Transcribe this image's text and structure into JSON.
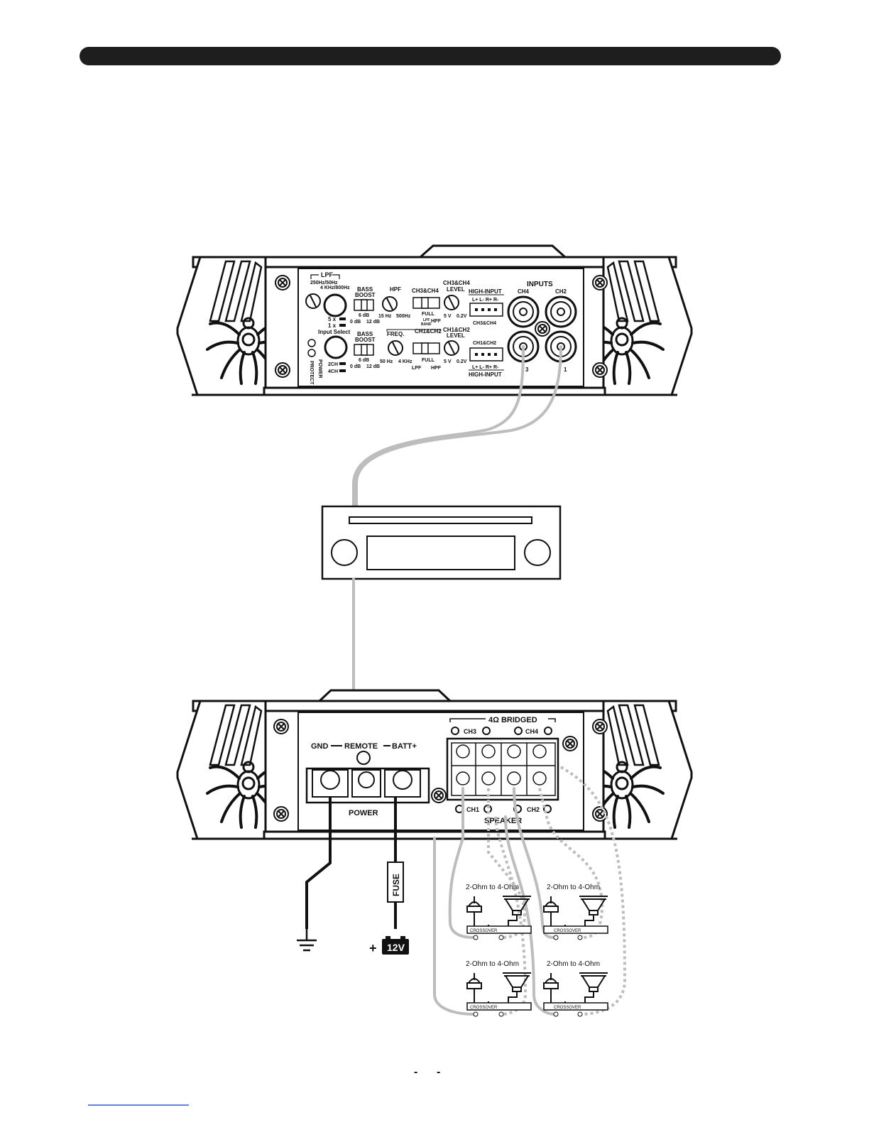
{
  "header": {
    "bar_color": "#1e1e1e"
  },
  "top_amp": {
    "lpf": "LPF",
    "lpf_freq_1": "250Hz/50Hz",
    "lpf_freq_2": "4 KHz/800Hz",
    "lpf_x5": "5 x",
    "lpf_x1": "1 x",
    "bass_boost_1": "BASS",
    "bass_boost_2": "BOOST",
    "bb_6db": "6 dB",
    "bb_0db": "0 dB",
    "bb_12db": "12 dB",
    "hpf": "HPF",
    "hpf_15": "15 Hz",
    "hpf_500": "500Hz",
    "ch34": "CH3&CH4",
    "full": "FULL",
    "lpf_band_1": "LPF",
    "lpf_band_2": "BAND",
    "hpf2": "HPF",
    "ch34_level_1": "CH3&CH4",
    "ch34_level_2": "LEVEL",
    "level_5v": "5 V",
    "level_02v": "0.2V",
    "high_input": "HIGH-INPUT",
    "terminal_pins": "L+ L- R+ R-",
    "ch34_label": "CH3&CH4",
    "inputs": "INPUTS",
    "ch4": "CH4",
    "ch2": "CH2",
    "ch3_partial": "3",
    "ch1_partial": "1",
    "input_select": "Input Select",
    "bass_boost2_1": "BASS",
    "bass_boost2_2": "BOOST",
    "bb2_6db": "6 dB",
    "bb2_0db": "0 dB",
    "bb2_12db": "12 dB",
    "freq": "FREQ.",
    "ch12": "CH1&CH2",
    "freq_50": "50 Hz",
    "freq_4k": "4 KHz",
    "full2": "FULL",
    "lpf2": "LPF",
    "hpf3": "HPF",
    "ch12_level_1": "CH1&CH2",
    "ch12_level_2": "LEVEL",
    "level2_5v": "5 V",
    "level2_02v": "0.2V",
    "ch12_label": "CH1&CH2",
    "terminal_pins_2": "L+ L- R+ R-",
    "high_input_2": "HIGH-INPUT",
    "two_ch": "2CH",
    "four_ch": "4CH",
    "power": "POWER",
    "protect": "PROTECT"
  },
  "bottom_amp": {
    "gnd": "GND",
    "remote": "REMOTE",
    "batt": "BATT+",
    "power": "POWER",
    "bridged": "4Ω BRIDGED",
    "ch3": "CH3",
    "ch4": "CH4",
    "ch1": "CH1",
    "ch2": "CH2",
    "speaker": "SPEAKER"
  },
  "fuse": "FUSE",
  "battery": "12V",
  "battery_plus": "+",
  "speakers": {
    "impedance": "2-Ohm to 4-Ohm",
    "crossover": "CROSSOVER"
  },
  "footer": {
    "page_marks": "-      -"
  }
}
